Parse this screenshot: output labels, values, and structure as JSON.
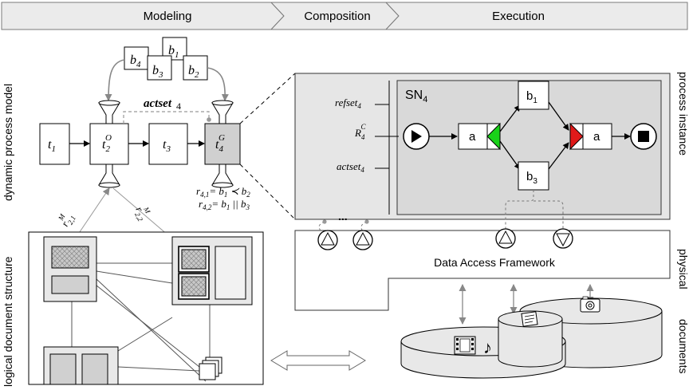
{
  "phases": [
    "Modeling",
    "Composition",
    "Execution"
  ],
  "left_labels": {
    "top": "dynamic process model",
    "bottom": "logical document structure"
  },
  "right_labels": {
    "top": "process instance",
    "middle": "physical",
    "bottom": "documents"
  },
  "process_model": {
    "t1": "t",
    "t1_sub": "1",
    "t2": "t",
    "t2_sub": "2",
    "t2_sup": "O",
    "t3": "t",
    "t3_sub": "3",
    "t4": "t",
    "t4_sub": "4",
    "t4_sup": "G",
    "b1": "b",
    "b1_sub": "1",
    "b2": "b",
    "b2_sub": "2",
    "b3": "b",
    "b3_sub": "3",
    "b4": "b",
    "b4_sub": "4",
    "actset": "actset",
    "actset_sub": "4",
    "r21": "r",
    "r21_sub": "2,1",
    "r21_sup": "M",
    "r22": "r",
    "r22_sub": "2,2",
    "r22_sup": "M",
    "rule1_lhs": "r",
    "rule1_sub": "4,1",
    "rule1_rhs": "= b",
    "rule1_rel": " ≺ b",
    "rule1_a": "1",
    "rule1_b": "2",
    "rule2_lhs": "r",
    "rule2_sub": "4,2",
    "rule2_rhs": "= b",
    "rule2_rel": " || b",
    "rule2_a": "1",
    "rule2_b": "3"
  },
  "instance": {
    "sn": "SN",
    "sn_sub": "4",
    "refset": "refset",
    "refset_sub": "4",
    "r4c": "R",
    "r4c_sub": "4",
    "r4c_sup": "C",
    "actset": "actset",
    "actset_sub": "4",
    "a1": "a",
    "a2": "a",
    "b1": "b",
    "b1_sub": "1",
    "b3": "b",
    "b3_sub": "3",
    "ellipsis": "..."
  },
  "framework": {
    "label": "Data Access Framework"
  },
  "colors": {
    "green_gate": "#19d219",
    "red_gate": "#e01a1a",
    "panel": "#e6e6e6",
    "inner": "#d9d9d9"
  }
}
